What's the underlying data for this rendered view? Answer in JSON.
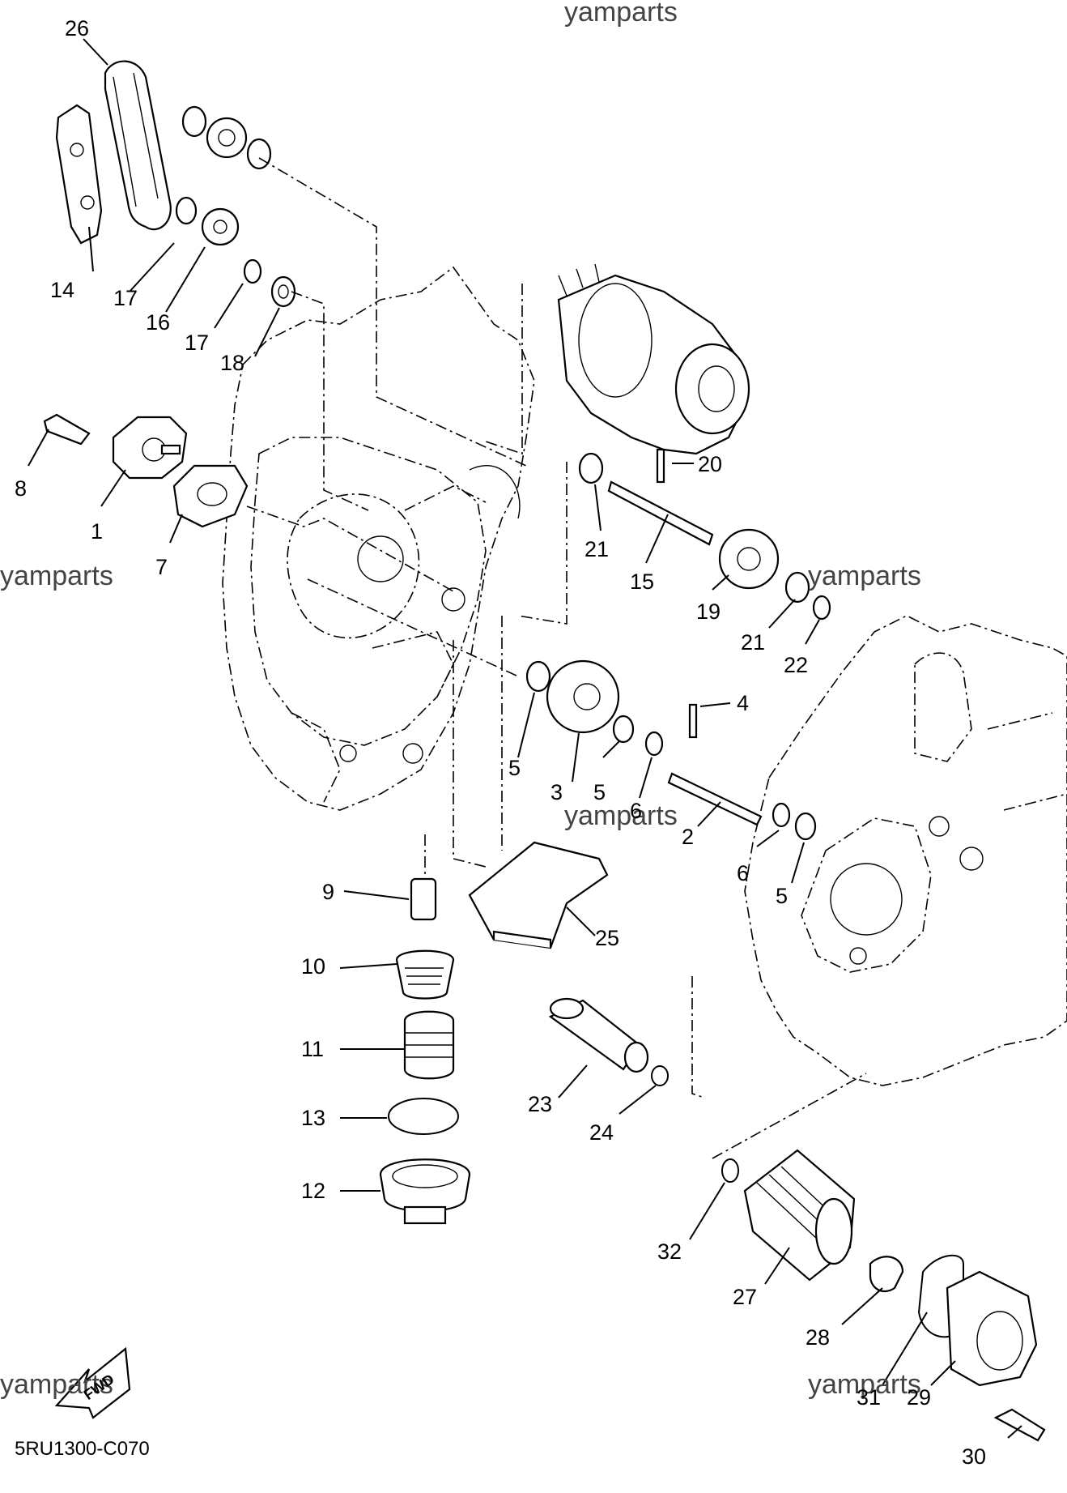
{
  "diagram_code": "5RU1300-C070",
  "watermark": "yamparts",
  "fwd_label": "FWD",
  "parts": {
    "p1": "1",
    "p2": "2",
    "p3": "3",
    "p4": "4",
    "p5a": "5",
    "p5b": "5",
    "p5c": "5",
    "p6a": "6",
    "p6b": "6",
    "p7": "7",
    "p8": "8",
    "p9": "9",
    "p10": "10",
    "p11": "11",
    "p12": "12",
    "p13": "13",
    "p14": "14",
    "p15": "15",
    "p16": "16",
    "p17a": "17",
    "p17b": "17",
    "p18": "18",
    "p19": "19",
    "p20": "20",
    "p21a": "21",
    "p21b": "21",
    "p22": "22",
    "p23": "23",
    "p24": "24",
    "p25": "25",
    "p26": "26",
    "p27": "27",
    "p28": "28",
    "p29": "29",
    "p30": "30",
    "p31": "31",
    "p32": "32"
  }
}
